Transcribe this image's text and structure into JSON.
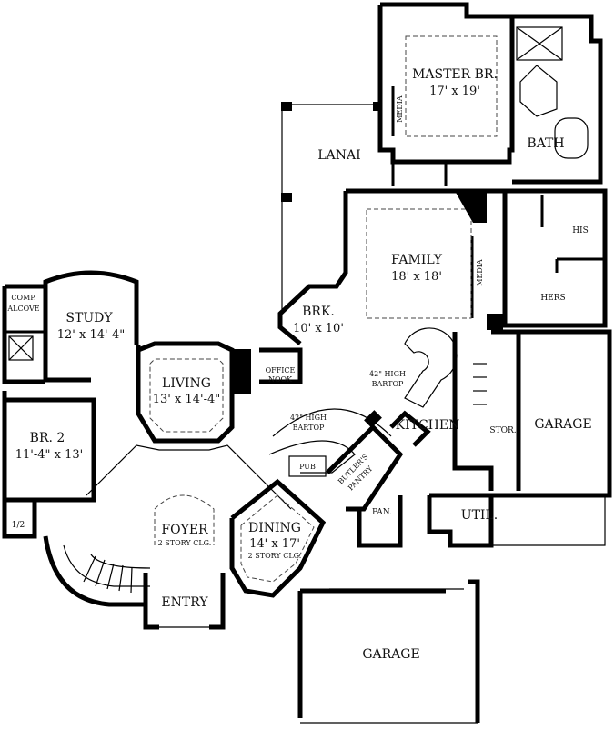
{
  "rooms": {
    "master": {
      "name": "MASTER BR.",
      "dims": "17' x 19'"
    },
    "media_top": "MEDIA",
    "bath": "BATH",
    "lanai": "LANAI",
    "family": {
      "name": "FAMILY",
      "dims": "18' x 18'"
    },
    "media_family": "MEDIA",
    "his": "HIS",
    "hers": "HERS",
    "comp_alcove": {
      "line1": "COMP.",
      "line2": "ALCOVE"
    },
    "study": {
      "name": "STUDY",
      "dims": "12' x 14'-4\""
    },
    "brk": {
      "name": "BRK.",
      "dims": "10' x 10'"
    },
    "office_nook": {
      "line1": "OFFICE",
      "line2": "NOOK"
    },
    "living": {
      "name": "LIVING",
      "dims": "13' x 14'-4\""
    },
    "bartop_upper": {
      "line1": "42\" HIGH",
      "line2": "BARTOP"
    },
    "bartop_lower": {
      "line1": "42\" HIGH",
      "line2": "BARTOP"
    },
    "kitchen": "KITCHEN",
    "stor": "STOR.",
    "garage_right": "GARAGE",
    "br2": {
      "name": "BR. 2",
      "dims": "11'-4\" x 13'"
    },
    "pub": "PUB",
    "butlers_pantry": {
      "line1": "BUTLER'S",
      "line2": "PANTRY"
    },
    "pan": "PAN.",
    "util": "UTIL.",
    "half_bath": "1/2",
    "foyer": {
      "name": "FOYER",
      "note": "2 STORY CLG."
    },
    "dining": {
      "name": "DINING",
      "dims": "14' x 17'",
      "note": "2 STORY CLG."
    },
    "entry": "ENTRY",
    "garage_bottom": "GARAGE"
  }
}
